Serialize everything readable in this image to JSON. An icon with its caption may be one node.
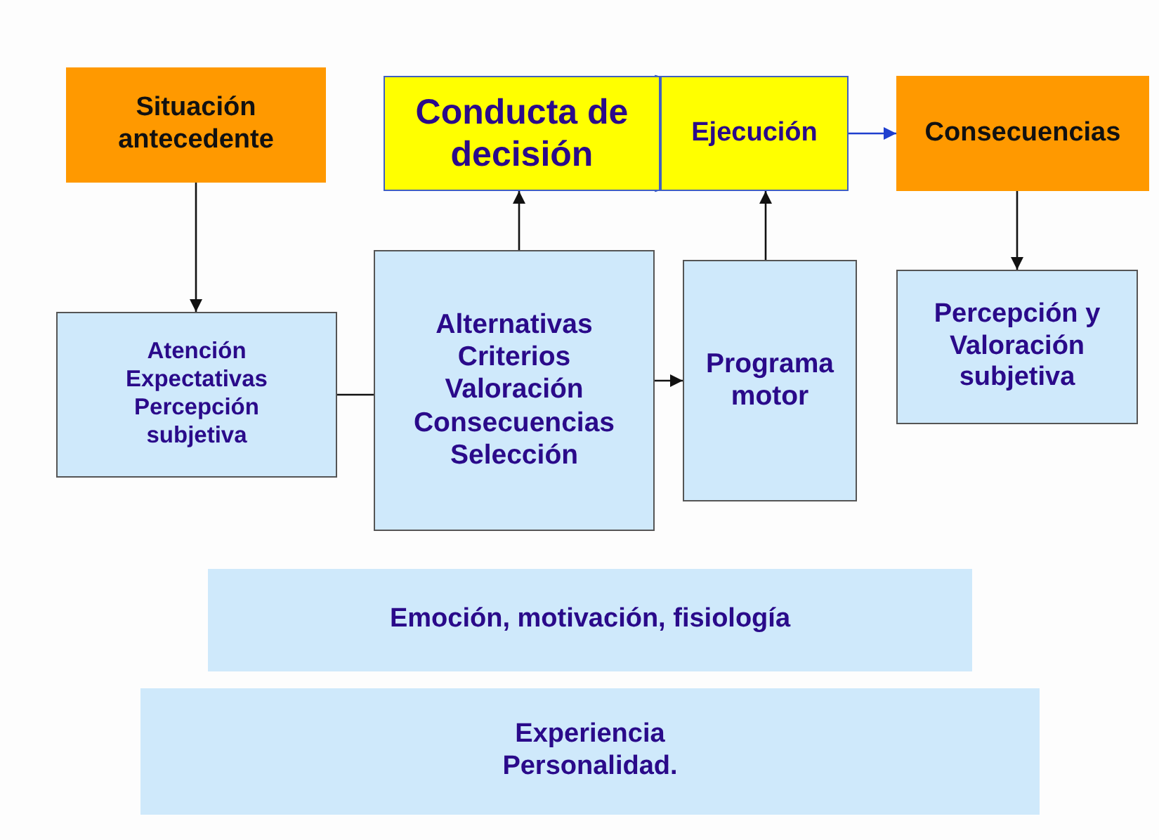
{
  "diagram": {
    "nodes": [
      {
        "text": [
          "Situación antecedente"
        ]
      },
      {
        "text": [
          "Conducta de decisión"
        ]
      },
      {
        "text": [
          "Ejecución"
        ]
      },
      {
        "text": [
          "Consecuencias"
        ]
      },
      {
        "text": [
          "Atención",
          "Expectativas",
          "Percepción subjetiva"
        ]
      },
      {
        "text": [
          "Alternativas",
          "Criterios",
          "Valoración",
          "Consecuencias",
          "Selección"
        ]
      },
      {
        "text": [
          "Programa motor"
        ]
      },
      {
        "text": [
          "Percepción y Valoración subjetiva"
        ]
      },
      {
        "text": [
          "Emoción, motivación,  fisiología"
        ]
      },
      {
        "text": [
          "Experiencia",
          "Personalidad."
        ]
      }
    ],
    "edges": [
      {
        "from": 0,
        "to": 4,
        "arrow": "to"
      },
      {
        "from": 5,
        "to": 1,
        "arrow": "to"
      },
      {
        "from": 6,
        "to": 2,
        "arrow": "to"
      },
      {
        "from": 2,
        "to": 3,
        "arrow": "to",
        "color": "#1f3fcf"
      },
      {
        "from": 3,
        "to": 7,
        "arrow": "to"
      },
      {
        "from": 4,
        "to": 5,
        "arrow": "none"
      },
      {
        "from": 5,
        "to": 6,
        "arrow": "to"
      }
    ]
  }
}
